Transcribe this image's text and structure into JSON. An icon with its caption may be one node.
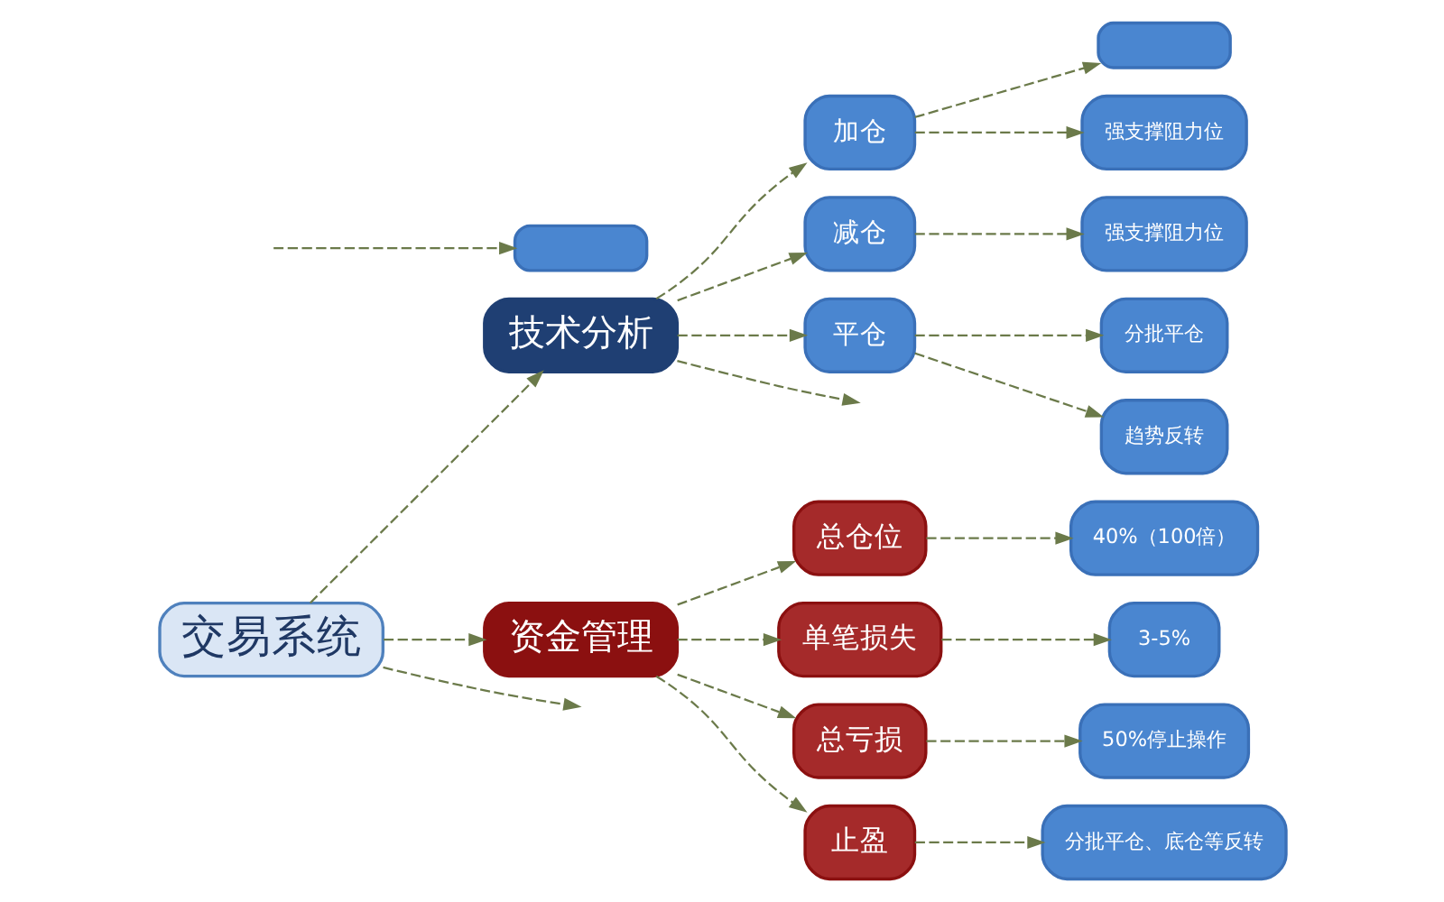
{
  "diagram": {
    "nodes": [
      {
        "text": [
          "交易系统"
        ]
      },
      {
        "text": [
          "技术分析"
        ]
      },
      {
        "text": [
          "加仓"
        ]
      },
      {
        "text": [
          "减仓"
        ]
      },
      {
        "text": [
          "平仓"
        ]
      },
      {
        "text": [],
        "shape": "box"
      },
      {
        "text": [
          "强支撑阻力位"
        ]
      },
      {
        "text": [
          "强支撑阻力位"
        ]
      },
      {
        "text": [
          "分批平仓"
        ]
      },
      {
        "text": [
          "趋势反转"
        ]
      },
      {
        "text": [
          "资金管理"
        ]
      },
      {
        "text": [
          "总仓位"
        ]
      },
      {
        "text": [
          "单笔损失"
        ]
      },
      {
        "text": [
          "总亏损"
        ]
      },
      {
        "text": [
          "止盈"
        ]
      },
      {
        "text": [
          "40%（100倍）"
        ]
      },
      {
        "text": [
          "3-5%"
        ]
      },
      {
        "text": [
          "50%停止操作"
        ]
      },
      {
        "text": [
          "分批平仓、底仓等反转"
        ]
      },
      {
        "text": [],
        "shape": "box"
      }
    ],
    "edges": [
      {
        "from": 0,
        "to": 1,
        "arrow": "to",
        "style": "dashed"
      },
      {
        "from": 0,
        "to": 10,
        "arrow": "to",
        "style": "dashed"
      },
      {
        "from": 0,
        "to": null,
        "arrow": "to",
        "style": "dashed"
      },
      {
        "from": 1,
        "to": null,
        "arrow": "to",
        "style": "dashed"
      },
      {
        "from": 1,
        "to": 2,
        "arrow": "to",
        "style": "dashed"
      },
      {
        "from": 1,
        "to": 3,
        "arrow": "to",
        "style": "dashed"
      },
      {
        "from": 1,
        "to": 4,
        "arrow": "to",
        "style": "dashed"
      },
      {
        "from": 2,
        "to": 5,
        "arrow": "to",
        "style": "dashed"
      },
      {
        "from": 2,
        "to": 6,
        "arrow": "to",
        "style": "dashed"
      },
      {
        "from": 3,
        "to": 7,
        "arrow": "to",
        "style": "dashed"
      },
      {
        "from": 4,
        "to": 8,
        "arrow": "to",
        "style": "dashed"
      },
      {
        "from": 4,
        "to": 9,
        "arrow": "to",
        "style": "dashed"
      },
      {
        "from": 10,
        "to": 11,
        "arrow": "to",
        "style": "dashed"
      },
      {
        "from": 10,
        "to": 12,
        "arrow": "to",
        "style": "dashed"
      },
      {
        "from": 10,
        "to": 13,
        "arrow": "to",
        "style": "dashed"
      },
      {
        "from": 10,
        "to": 14,
        "arrow": "to",
        "style": "dashed"
      },
      {
        "from": 11,
        "to": 15,
        "arrow": "to",
        "style": "dashed"
      },
      {
        "from": 12,
        "to": 16,
        "arrow": "to",
        "style": "dashed"
      },
      {
        "from": 13,
        "to": 17,
        "arrow": "to",
        "style": "dashed"
      },
      {
        "from": 14,
        "to": 18,
        "arrow": "to",
        "style": "dashed"
      },
      {
        "from": null,
        "to": 19,
        "arrow": "to",
        "style": "dashed"
      }
    ]
  }
}
